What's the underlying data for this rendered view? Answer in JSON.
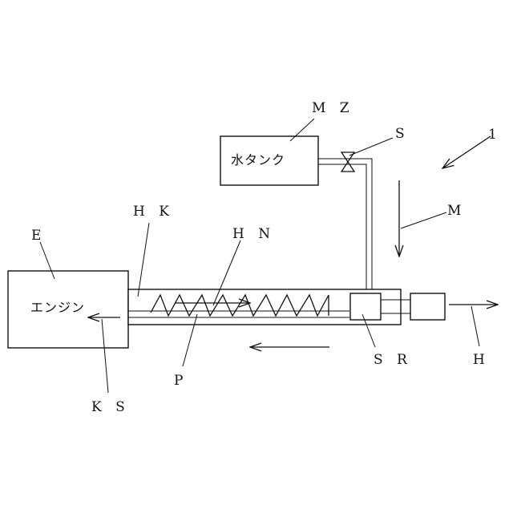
{
  "labels": {
    "ref_1": "1",
    "mz": "M Z",
    "s": "S",
    "m": "M",
    "hk": "H K",
    "hn": "H N",
    "e": "E",
    "sr": "S R",
    "h": "H",
    "p": "P",
    "ks": "K S"
  },
  "components": {
    "water_tank": "水タンク",
    "engine": "エンジン"
  },
  "colors": {
    "line": "#111111",
    "background": "#ffffff"
  }
}
